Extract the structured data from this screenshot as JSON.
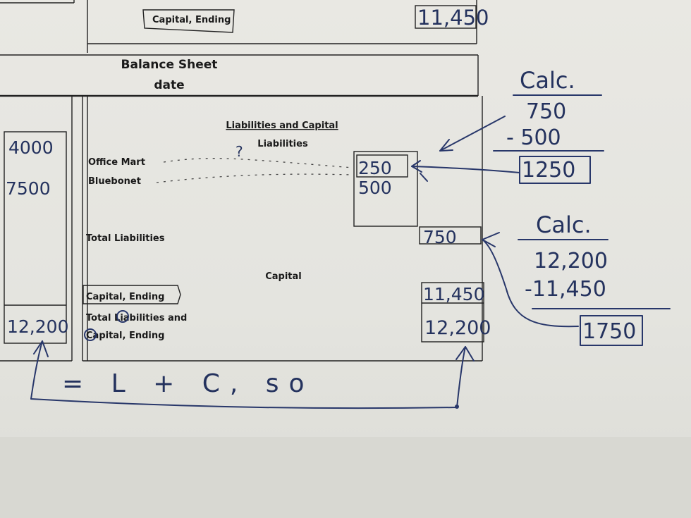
{
  "top_section": {
    "capital_ending_label": "Capital, Ending",
    "capital_ending_value": "11,450"
  },
  "balance_sheet": {
    "title": "Balance Sheet",
    "date_label": "date",
    "section_heading": "Liabilities and Capital",
    "liabilities_heading": "Liabilities",
    "rows": [
      {
        "label": "Office Mart",
        "value": "250"
      },
      {
        "label": "Bluebonet",
        "value": "500"
      }
    ],
    "total_liabilities_label": "Total Liabilities",
    "total_liabilities_value": "750",
    "capital_heading": "Capital",
    "capital_ending_label": "Capital, Ending",
    "capital_ending_value": "11,450",
    "total_liab_capital_label_line1": "Total Liabilities and",
    "total_liab_capital_label_line2": "Capital, Ending",
    "total_liab_capital_value": "12,200"
  },
  "left_column": {
    "values": [
      "4000",
      "7500"
    ],
    "total": "12,200"
  },
  "annotations": {
    "question_mark": "?",
    "equation": "= L + C, so",
    "calc1": {
      "title": "Calc.",
      "line1": "750",
      "line2": "- 500",
      "result": "1250"
    },
    "calc2": {
      "title": "Calc.",
      "line1": "12,200",
      "line2": "-11,450",
      "result": "1750"
    }
  }
}
